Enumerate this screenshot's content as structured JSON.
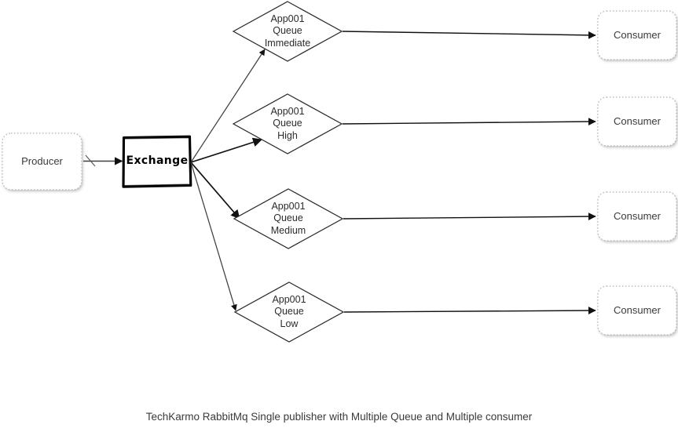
{
  "diagram": {
    "caption": "TechKarmo RabbitMq Single publisher with Multiple Queue and Multiple consumer",
    "background_color": "#ffffff",
    "line_color": "#000000",
    "soft_box_border_color": "#b3b3b3",
    "text_color": "#3b3b3b",
    "producer": {
      "label": "Producer",
      "shape": "rounded-rectangle-dotted"
    },
    "exchange": {
      "label": "Exchange",
      "shape": "rectangle-sketch-bold"
    },
    "queues": [
      {
        "id": "queue-immediate",
        "shape": "diamond",
        "line1": "App001",
        "line2": "Queue",
        "line3": "Immediate"
      },
      {
        "id": "queue-high",
        "shape": "diamond",
        "line1": "App001",
        "line2": "Queue",
        "line3": "High"
      },
      {
        "id": "queue-medium",
        "shape": "diamond",
        "line1": "App001",
        "line2": "Queue",
        "line3": "Medium"
      },
      {
        "id": "queue-low",
        "shape": "diamond",
        "line1": "App001",
        "line2": "Queue",
        "line3": "Low"
      }
    ],
    "consumers": [
      {
        "id": "consumer-1",
        "label": "Consumer",
        "shape": "rounded-rectangle-dotted"
      },
      {
        "id": "consumer-2",
        "label": "Consumer",
        "shape": "rounded-rectangle-dotted"
      },
      {
        "id": "consumer-3",
        "label": "Consumer",
        "shape": "rounded-rectangle-dotted"
      },
      {
        "id": "consumer-4",
        "label": "Consumer",
        "shape": "rounded-rectangle-dotted"
      }
    ]
  }
}
